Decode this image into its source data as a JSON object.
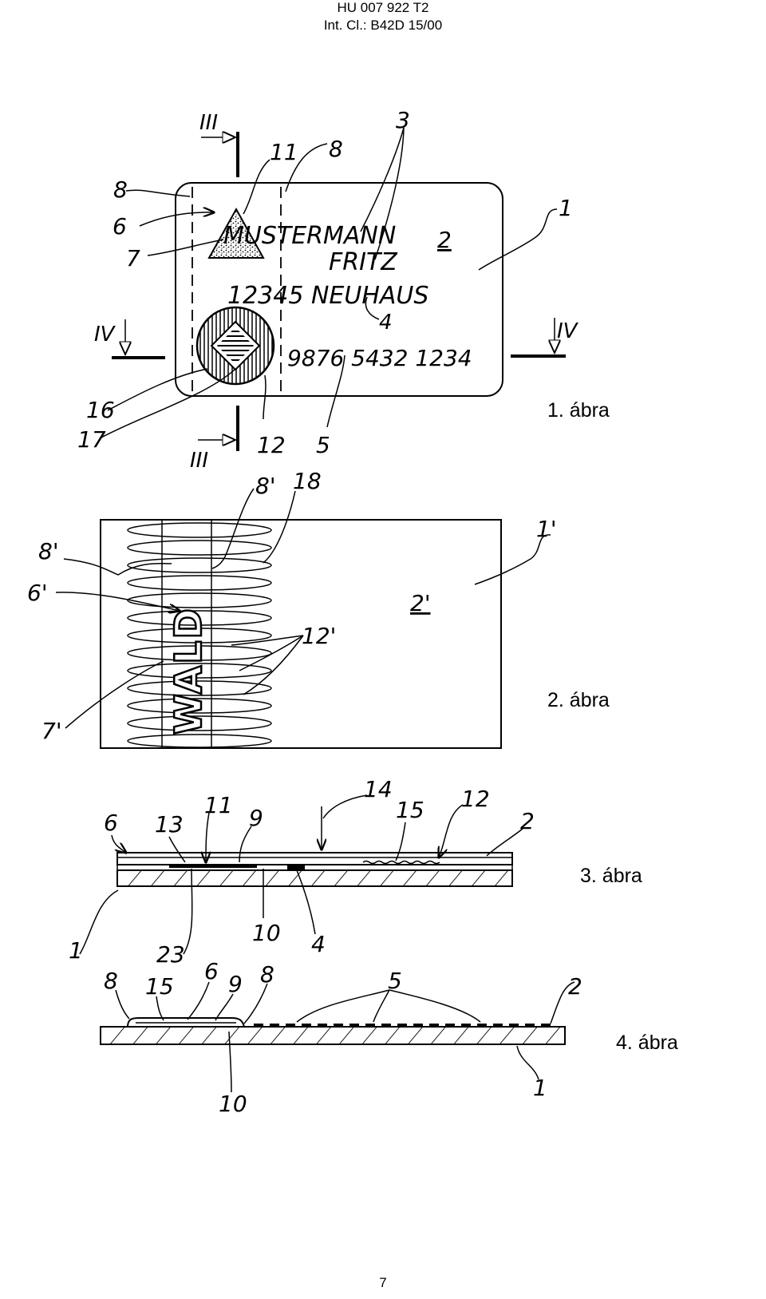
{
  "header": {
    "doc_number": "HU 007 922 T2",
    "classification": "Int. Cl.: B42D 15/00"
  },
  "page_number": "7",
  "figures": [
    {
      "caption": "1. ábra"
    },
    {
      "caption": "2. ábra"
    },
    {
      "caption": "3. ábra"
    },
    {
      "caption": "4. ábra"
    }
  ],
  "fig1": {
    "card_text": {
      "surname": "MUSTERMANN",
      "first_name": "FRITZ",
      "address": "12345 NEUHAUS",
      "number": "9876 5432 1234"
    },
    "section_marks": {
      "iii_top": "III",
      "iii_bottom": "III",
      "iv_left": "IV",
      "iv_right": "IV"
    },
    "refs": {
      "r1": "1",
      "r2": "2",
      "r3": "3",
      "r4": "4",
      "r5": "5",
      "r6": "6",
      "r7": "7",
      "r8a": "8",
      "r8b": "8",
      "r11": "11",
      "r12": "12",
      "r16": "16",
      "r17": "17"
    }
  },
  "fig2": {
    "stamp_text": "WALD",
    "refs": {
      "r1p": "1'",
      "r2p": "2'",
      "r6p": "6'",
      "r7p": "7'",
      "r8p_a": "8'",
      "r8p_b": "8'",
      "r12p": "12'",
      "r18": "18"
    }
  },
  "fig3": {
    "refs": {
      "r1": "1",
      "r2": "2",
      "r4": "4",
      "r6": "6",
      "r9": "9",
      "r10": "10",
      "r11": "11",
      "r12": "12",
      "r13": "13",
      "r14": "14",
      "r15": "15",
      "r23": "23"
    }
  },
  "fig4": {
    "refs": {
      "r1": "1",
      "r2": "2",
      "r5": "5",
      "r6": "6",
      "r8a": "8",
      "r8b": "8",
      "r9": "9",
      "r10": "10",
      "r15": "15"
    }
  }
}
